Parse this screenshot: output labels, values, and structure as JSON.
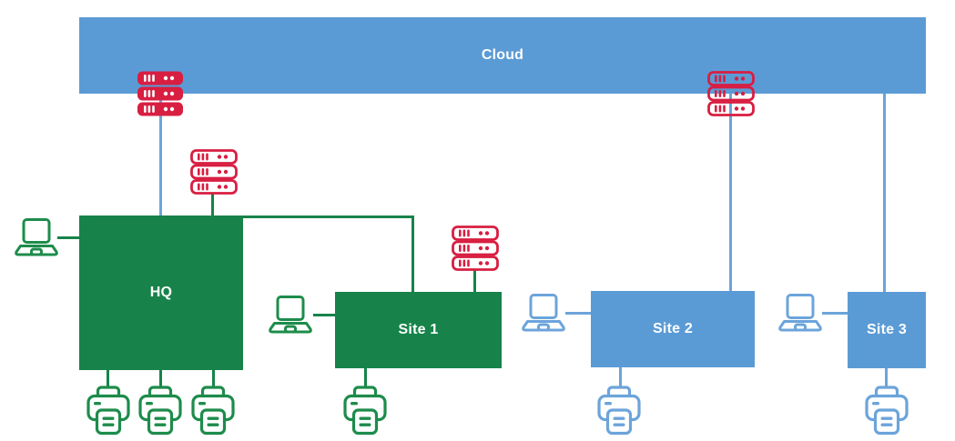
{
  "diagram": {
    "cloud": {
      "label": "Cloud"
    },
    "nodes": [
      {
        "id": "hq",
        "label": "HQ"
      },
      {
        "id": "site1",
        "label": "Site 1"
      },
      {
        "id": "site2",
        "label": "Site 2"
      },
      {
        "id": "site3",
        "label": "Site 3"
      }
    ],
    "icons": {
      "server": "rack-server-icon",
      "laptop": "laptop-icon",
      "printer": "printer-icon"
    },
    "colors": {
      "blue": "#5B9BD5",
      "blue_light": "#6CA4DA",
      "green": "#17834A",
      "green_icon": "#1D8C4B",
      "red": "#D81E41",
      "label_text": "#FFFFFF"
    }
  }
}
